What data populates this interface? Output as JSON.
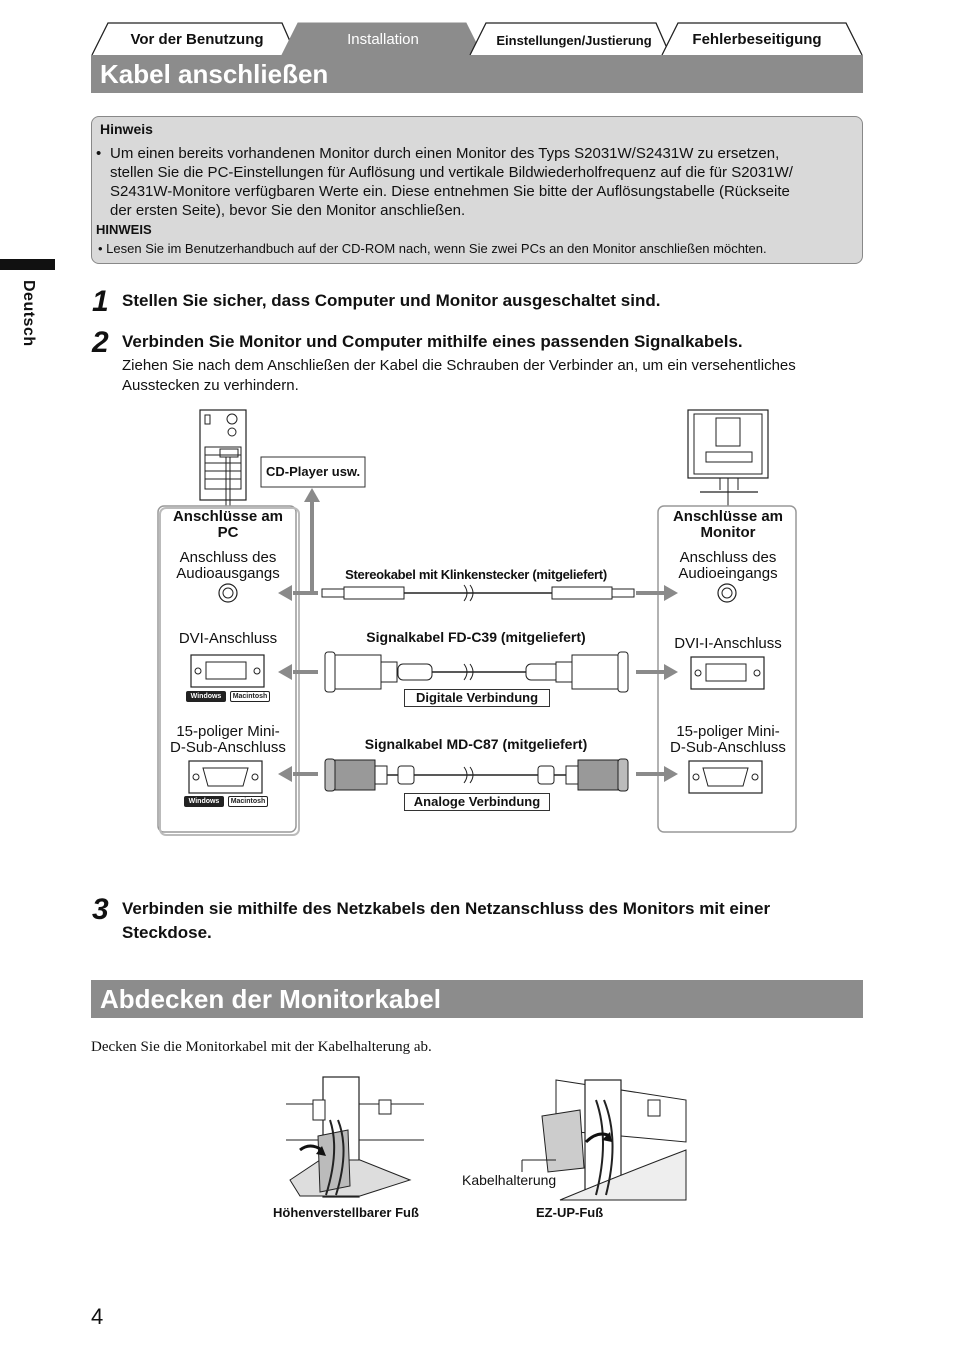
{
  "tabs": [
    {
      "label": "Vor der Benutzung"
    },
    {
      "label": "Installation"
    },
    {
      "label": "Einstellungen/Justierung"
    },
    {
      "label": "Fehlerbeseitigung"
    }
  ],
  "sections": {
    "cables_title": "Kabel anschließen",
    "cover_title": "Abdecken der Monitorkabel"
  },
  "side_tab": "Deutsch",
  "hinweis": {
    "heading": "Hinweis",
    "bullet": "•",
    "text_lines": [
      "Um einen bereits vorhandenen Monitor durch einen Monitor des Typs S2031W/S2431W zu ersetzen,",
      "stellen Sie die PC-Einstellungen für Auflösung und vertikale Bildwiederholfrequenz auf die für S2031W/",
      "S2431W-Monitore verfügbaren Werte ein. Diese entnehmen Sie bitte der Auflösungstabelle (Rückseite",
      "der ersten Seite), bevor Sie den Monitor anschließen."
    ],
    "heading2": "HINWEIS",
    "text2": "• Lesen Sie im Benutzerhandbuch auf der CD-ROM nach, wenn Sie zwei PCs an den Monitor anschließen möchten."
  },
  "steps": [
    {
      "num": "1",
      "title": "Stellen Sie sicher, dass Computer und Monitor ausgeschaltet sind."
    },
    {
      "num": "2",
      "title": "Verbinden Sie Monitor und Computer mithilfe eines passenden Signalkabels.",
      "desc_lines": [
        "Ziehen Sie nach dem Anschließen der Kabel die Schrauben der Verbinder an, um ein versehentliches",
        "Ausstecken zu verhindern."
      ]
    },
    {
      "num": "3",
      "title_lines": [
        "Verbinden sie mithilfe des Netzkabels den Netzanschluss des Monitors mit einer",
        "Steckdose."
      ]
    }
  ],
  "diagram": {
    "cd_player": "CD-Player usw.",
    "pc_header": [
      "Anschlüsse am",
      "PC"
    ],
    "mon_header": [
      "Anschlüsse am",
      "Monitor"
    ],
    "pc_audio": [
      "Anschluss des",
      "Audioausgangs"
    ],
    "mon_audio": [
      "Anschluss des",
      "Audioeingangs"
    ],
    "pc_dvi": "DVI-Anschluss",
    "mon_dvi": "DVI-I-Anschluss",
    "pc_dsub": [
      "15-poliger Mini-",
      "D-Sub-Anschluss"
    ],
    "mon_dsub": [
      "15-poliger Mini-",
      "D-Sub-Anschluss"
    ],
    "cable_audio": "Stereokabel mit Klinkenstecker (mitgeliefert)",
    "cable_dvi": "Signalkabel FD-C39 (mitgeliefert)",
    "cable_dsub": "Signalkabel MD-C87 (mitgeliefert)",
    "digital": "Digitale Verbindung",
    "analog": "Analoge Verbindung",
    "badge_windows": "Windows",
    "badge_mac": "Macintosh"
  },
  "cover": {
    "text": "Decken Sie die Monitorkabel mit der Kabelhalterung ab.",
    "kabelhalterung": "Kabelhalterung",
    "caption_left": "Höhenverstellbarer Fuß",
    "caption_right": "EZ-UP-Fuß"
  },
  "page_number": "4"
}
